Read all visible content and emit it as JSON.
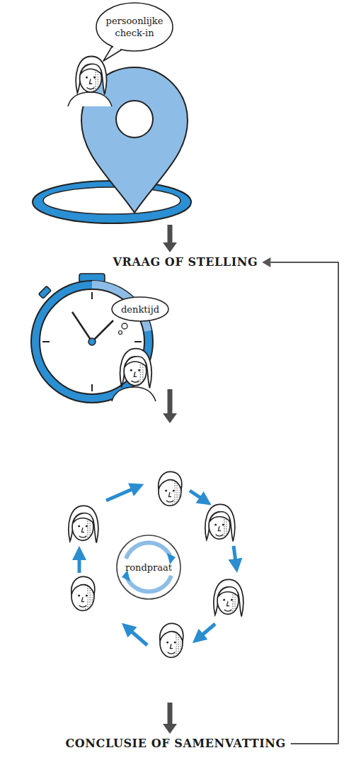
{
  "diagram": {
    "nodes": [
      {
        "text": [
          "persoonlijke check-in"
        ]
      },
      {
        "text": [
          "VRAAG OF STELLING"
        ]
      },
      {
        "text": [
          "denktijd"
        ]
      },
      {
        "text": [
          "rondpraat"
        ]
      },
      {
        "text": [
          "CONCLUSIE OF SAMENVATTING"
        ]
      }
    ],
    "edges": [
      {
        "from": 0,
        "to": 1,
        "arrow": "to"
      },
      {
        "from": 2,
        "to": 3,
        "arrow": "to"
      },
      {
        "from": 3,
        "to": 4,
        "arrow": "to"
      },
      {
        "from": 4,
        "to": 1,
        "arrow": "to"
      }
    ]
  }
}
